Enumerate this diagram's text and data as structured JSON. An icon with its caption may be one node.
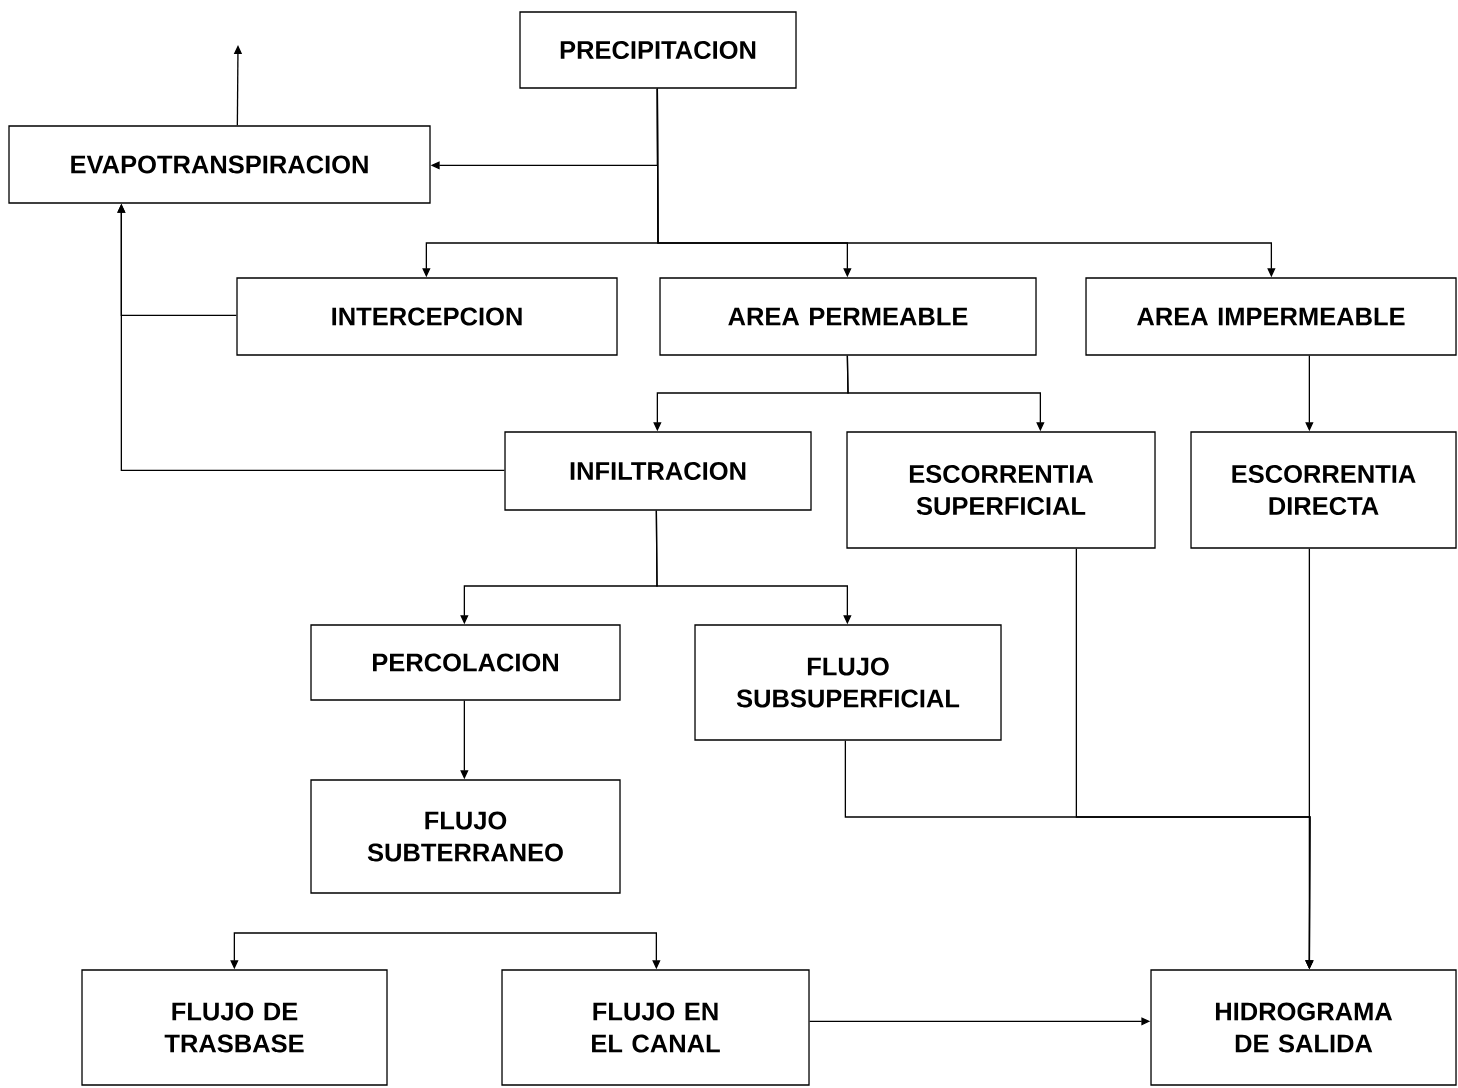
{
  "diagram": {
    "nodes": [
      {
        "text": [
          "PRECIPITACION"
        ]
      },
      {
        "text": [
          "EVAPOTRANSPIRACION"
        ]
      },
      {
        "text": [
          "INTERCEPCION"
        ]
      },
      {
        "text": [
          "AREA PERMEABLE"
        ]
      },
      {
        "text": [
          "AREA IMPERMEABLE"
        ]
      },
      {
        "text": [
          "INFILTRACION"
        ]
      },
      {
        "text": [
          "ESCORRENTIA SUPERFICIAL"
        ]
      },
      {
        "text": [
          "ESCORRENTIA DIRECTA"
        ]
      },
      {
        "text": [
          "PERCOLACION"
        ]
      },
      {
        "text": [
          "FLUJO SUBSUPERFICIAL"
        ]
      },
      {
        "text": [
          "FLUJO SUBTERRANEO"
        ]
      },
      {
        "text": [
          "FLUJO DE TRASBASE"
        ]
      },
      {
        "text": [
          "FLUJO EN EL CANAL"
        ]
      },
      {
        "text": [
          "HIDROGRAMA DE SALIDA"
        ]
      }
    ],
    "edges": [
      {
        "from": 0,
        "to": 1,
        "arrow": "to"
      },
      {
        "from": 0,
        "to": 2,
        "arrow": "to"
      },
      {
        "from": 0,
        "to": 3,
        "arrow": "to"
      },
      {
        "from": 0,
        "to": 4,
        "arrow": "to"
      },
      {
        "from": 1,
        "to": null,
        "arrow": "to"
      },
      {
        "from": 2,
        "to": 1,
        "arrow": "to"
      },
      {
        "from": 5,
        "to": 1,
        "arrow": "to"
      },
      {
        "from": 3,
        "to": 5,
        "arrow": "to"
      },
      {
        "from": 3,
        "to": 6,
        "arrow": "to"
      },
      {
        "from": 4,
        "to": 7,
        "arrow": "to"
      },
      {
        "from": 5,
        "to": 8,
        "arrow": "to"
      },
      {
        "from": 5,
        "to": 9,
        "arrow": "to"
      },
      {
        "from": 8,
        "to": 10,
        "arrow": "to"
      },
      {
        "from": null,
        "to": 11,
        "arrow": "to"
      },
      {
        "from": null,
        "to": 12,
        "arrow": "to"
      },
      {
        "from": 12,
        "to": 13,
        "arrow": "to"
      },
      {
        "from": 9,
        "to": 13,
        "arrow": "to"
      },
      {
        "from": 6,
        "to": 13,
        "arrow": "to"
      },
      {
        "from": 7,
        "to": 13,
        "arrow": "to"
      }
    ]
  }
}
